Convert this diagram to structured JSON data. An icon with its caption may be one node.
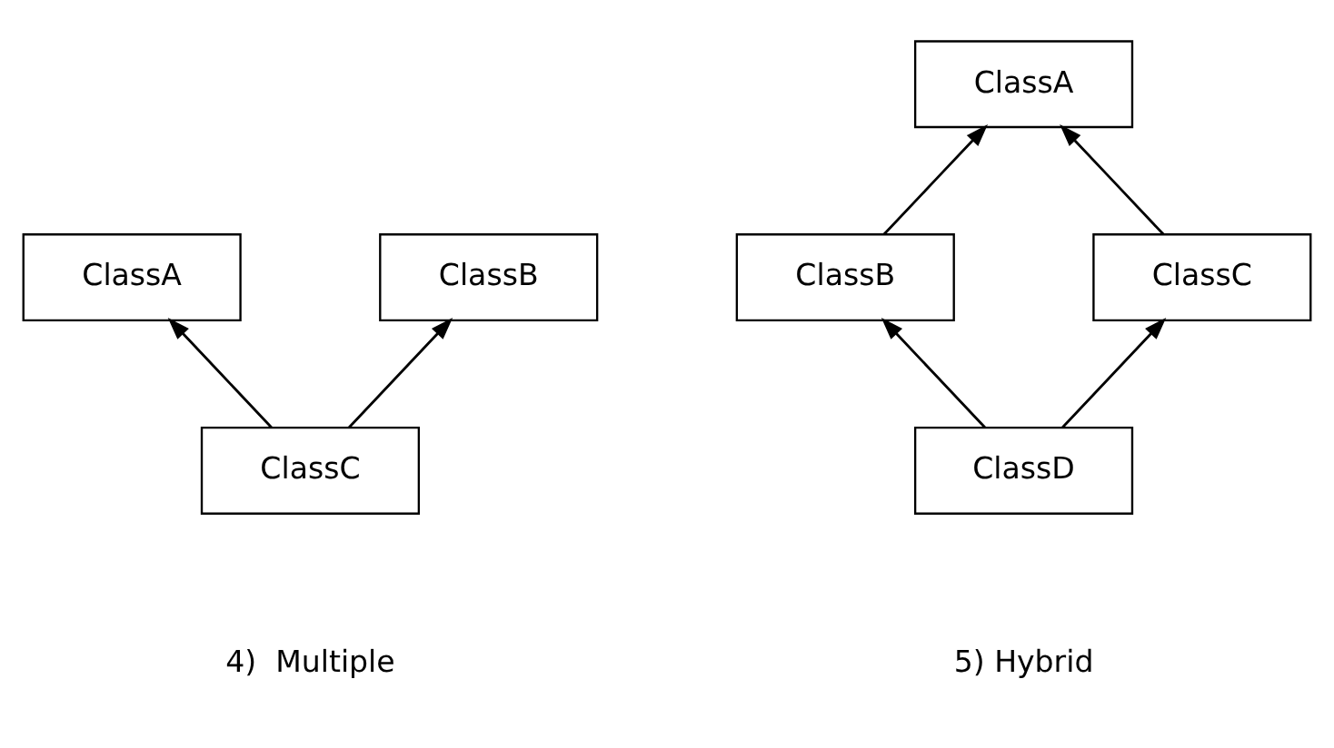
{
  "diagram": {
    "nodes": [
      {
        "text": [
          "ClassA"
        ]
      },
      {
        "text": [
          "ClassB"
        ]
      },
      {
        "text": [
          "ClassC"
        ]
      },
      {
        "text": [
          "ClassA"
        ]
      },
      {
        "text": [
          "ClassB"
        ]
      },
      {
        "text": [
          "ClassC"
        ]
      },
      {
        "text": [
          "ClassD"
        ]
      }
    ],
    "edges": [
      {
        "from": 2,
        "to": 0,
        "arrow": "to"
      },
      {
        "from": 2,
        "to": 1,
        "arrow": "to"
      },
      {
        "from": 4,
        "to": 3,
        "arrow": "to"
      },
      {
        "from": 5,
        "to": 3,
        "arrow": "to"
      },
      {
        "from": 6,
        "to": 4,
        "arrow": "to"
      },
      {
        "from": 6,
        "to": 5,
        "arrow": "to"
      }
    ],
    "labels": [
      "4)  Multiple",
      "5) Hybrid"
    ]
  }
}
